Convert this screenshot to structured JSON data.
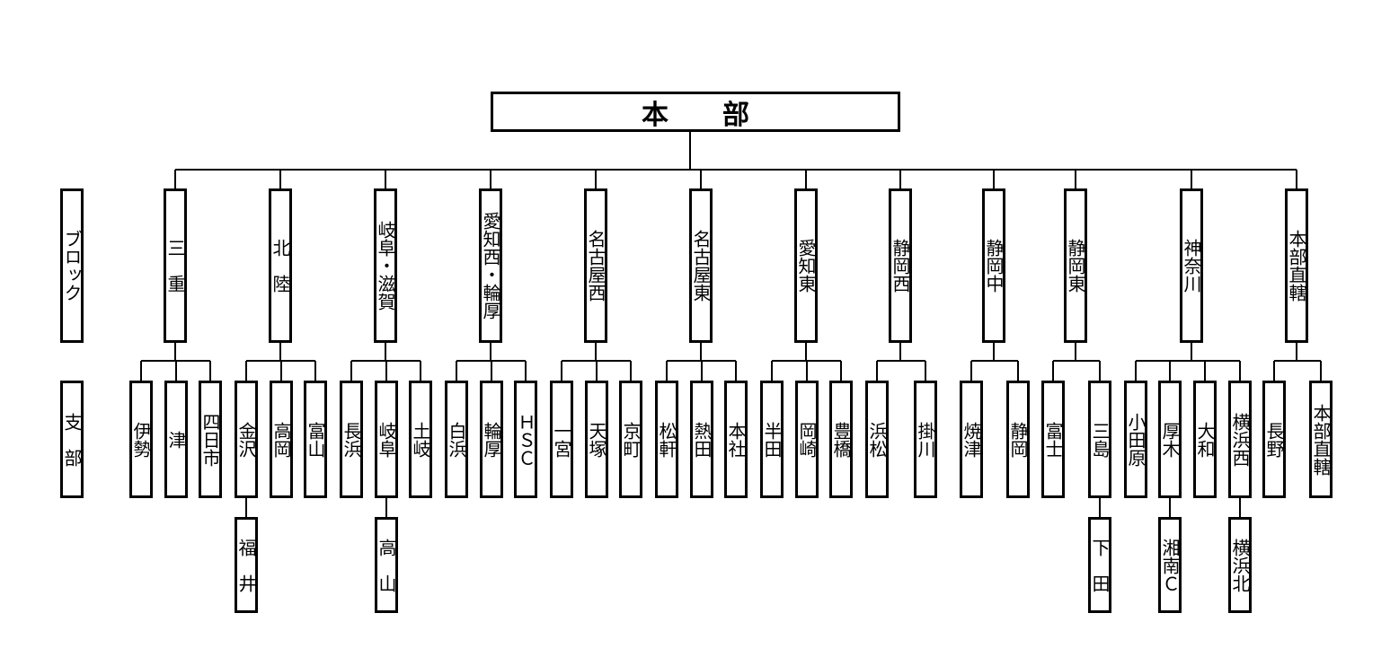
{
  "hq": "本　　部",
  "row_labels": {
    "block": "ブロック",
    "branch": "支　部"
  },
  "blocks": [
    {
      "label": "三　重",
      "branches": [
        {
          "label": "伊勢"
        },
        {
          "label": "津"
        },
        {
          "label": "四日市"
        }
      ]
    },
    {
      "label": "北　陸",
      "branches": [
        {
          "label": "金沢",
          "sub": "福　井"
        },
        {
          "label": "高岡"
        },
        {
          "label": "富山"
        }
      ]
    },
    {
      "label": "岐阜・滋賀",
      "branches": [
        {
          "label": "長浜"
        },
        {
          "label": "岐阜",
          "sub": "高　山"
        },
        {
          "label": "土岐"
        }
      ]
    },
    {
      "label": "愛知西・輪厚",
      "branches": [
        {
          "label": "白浜"
        },
        {
          "label": "輪厚"
        },
        {
          "label": "ＨＳＣ"
        }
      ]
    },
    {
      "label": "名古屋西",
      "branches": [
        {
          "label": "一宮"
        },
        {
          "label": "天塚"
        },
        {
          "label": "京町"
        }
      ]
    },
    {
      "label": "名古屋東",
      "branches": [
        {
          "label": "松軒"
        },
        {
          "label": "熱田"
        },
        {
          "label": "本社"
        }
      ]
    },
    {
      "label": "愛知東",
      "branches": [
        {
          "label": "半田"
        },
        {
          "label": "岡崎"
        },
        {
          "label": "豊橋"
        }
      ]
    },
    {
      "label": "静岡西",
      "branches": [
        {
          "label": "浜松"
        },
        {
          "label": "掛川"
        }
      ]
    },
    {
      "label": "静岡中",
      "branches": [
        {
          "label": "焼津"
        },
        {
          "label": "静岡"
        }
      ]
    },
    {
      "label": "静岡東",
      "branches": [
        {
          "label": "富士"
        },
        {
          "label": "三島",
          "sub": "下　田"
        }
      ]
    },
    {
      "label": "神奈川",
      "branches": [
        {
          "label": "小田原"
        },
        {
          "label": "厚木",
          "sub": "湘南Ｃ"
        },
        {
          "label": "大和"
        },
        {
          "label": "横浜西",
          "sub": "横浜北"
        }
      ]
    },
    {
      "label": "本部直轄",
      "branches": [
        {
          "label": "長野"
        },
        {
          "label": "本部直轄"
        }
      ]
    }
  ]
}
